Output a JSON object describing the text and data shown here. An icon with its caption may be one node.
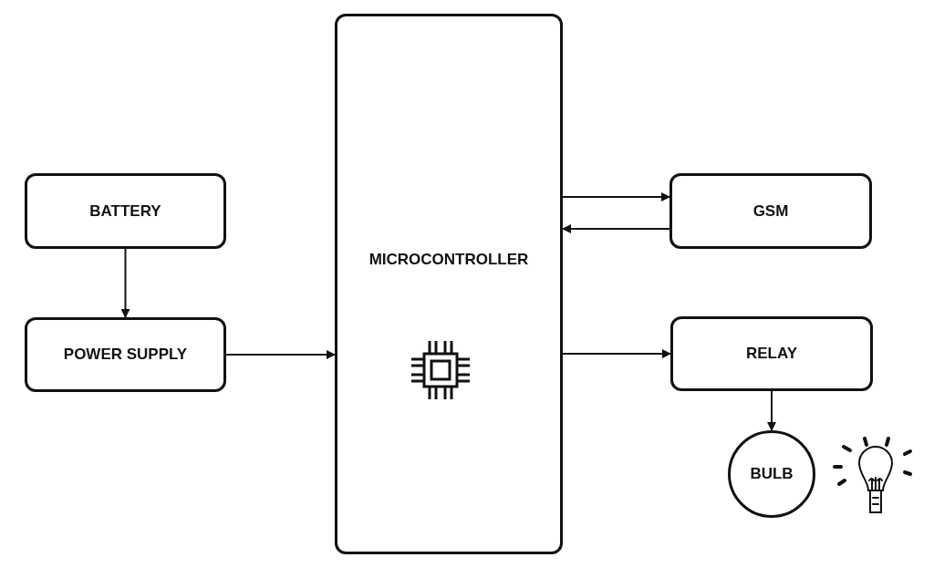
{
  "diagram": {
    "nodes": [
      {
        "text": [
          "BATTERY"
        ]
      },
      {
        "text": [
          "POWER SUPPLY"
        ]
      },
      {
        "text": [
          "MICROCONTROLLER"
        ]
      },
      {
        "text": [
          "GSM"
        ]
      },
      {
        "text": [
          "RELAY"
        ]
      },
      {
        "text": [
          "BULB"
        ]
      }
    ],
    "edges": [
      {
        "from": 0,
        "to": 1,
        "arrow": "to"
      },
      {
        "from": 1,
        "to": 2,
        "arrow": "to"
      },
      {
        "from": 2,
        "to": 3,
        "arrow": "to"
      },
      {
        "from": 3,
        "to": 2,
        "arrow": "to"
      },
      {
        "from": 2,
        "to": 4,
        "arrow": "to"
      },
      {
        "from": 4,
        "to": 5,
        "arrow": "to"
      }
    ]
  }
}
